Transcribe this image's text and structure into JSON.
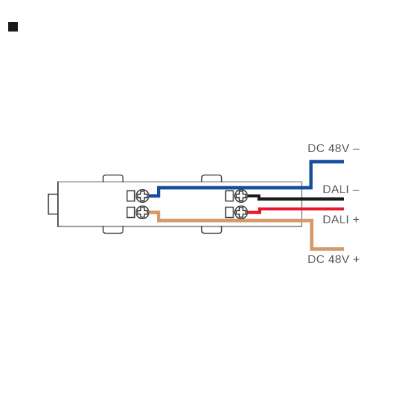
{
  "logo": {
    "shape": "filled-square",
    "color": "#1a1a1a"
  },
  "device": {
    "outline_color": "#8f8f8f",
    "detail_color": "#3d3d3d"
  },
  "wires": {
    "dc48v_neg": {
      "label": "DC 48V –",
      "color": "#14509e"
    },
    "dali_neg": {
      "label": "DALI –",
      "color": "#1c1c1c"
    },
    "dali_pos": {
      "label": "DALI +",
      "color": "#e8192c"
    },
    "dc48v_pos": {
      "label": "DC 48V +",
      "color": "#d49a6a"
    }
  },
  "label_text_color": "#595a5c"
}
